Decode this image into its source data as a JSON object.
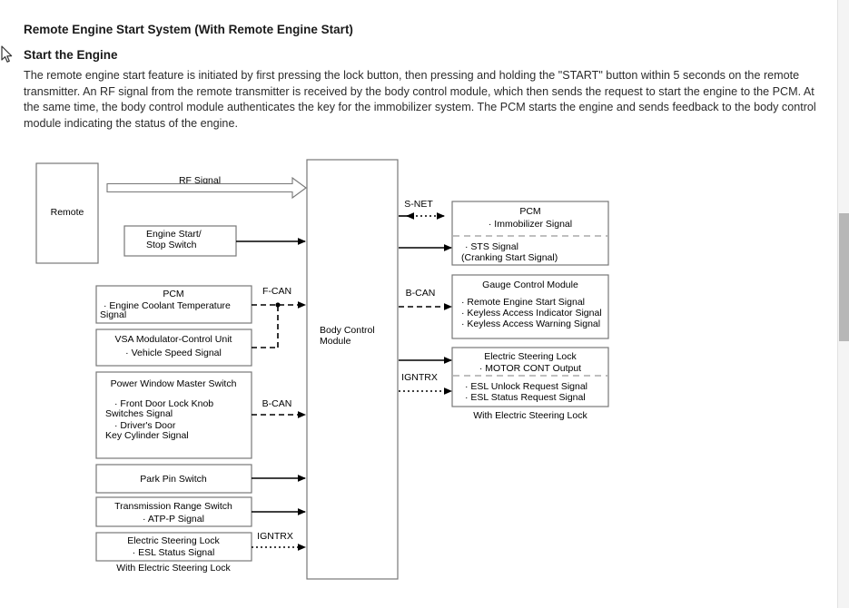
{
  "document": {
    "title": "Remote Engine Start System (With Remote Engine Start)",
    "section_heading": "Start the Engine",
    "body_text": "The remote engine start feature is initiated by first pressing the lock button, then pressing and holding the \"START\" button within 5 seconds on the remote transmitter. An RF signal from the remote transmitter is received by the body control module, which then sends the request to start the engine to the PCM. At the same time, the body control module authenticates the key for the immobilizer system. The PCM starts the engine and sends feedback to the body control module indicating the status of the engine."
  },
  "diagram": {
    "type": "block-diagram",
    "center_block": {
      "label_line1": "Body Control",
      "label_line2": "Module"
    },
    "left_blocks": [
      {
        "id": "remote",
        "title": "Remote"
      },
      {
        "id": "engine-start-stop-switch",
        "title_line1": "Engine Start/",
        "title_line2": "Stop Switch"
      },
      {
        "id": "pcm-left",
        "title": "PCM",
        "items": [
          "· Engine Coolant Temperature",
          "Signal"
        ]
      },
      {
        "id": "vsa-modulator-control-unit",
        "title": "VSA Modulator-Control Unit",
        "items": [
          "· Vehicle Speed Signal"
        ]
      },
      {
        "id": "power-window-master-switch",
        "title": "Power Window Master Switch",
        "items": [
          "· Front Door Lock Knob",
          "Switches Signal",
          "· Driver's Door",
          "Key Cylinder Signal"
        ]
      },
      {
        "id": "park-pin-switch",
        "title": "Park Pin Switch"
      },
      {
        "id": "transmission-range-switch",
        "title": "Transmission Range Switch",
        "items": [
          "· ATP-P Signal"
        ]
      },
      {
        "id": "electric-steering-lock-left",
        "title": "Electric Steering Lock",
        "items": [
          "· ESL Status Signal"
        ],
        "caption": "With Electric Steering Lock"
      }
    ],
    "right_blocks": [
      {
        "id": "pcm-right",
        "title": "PCM",
        "upper_items": [
          "· Immobilizer Signal"
        ],
        "lower_items": [
          "· STS Signal",
          "(Cranking Start Signal)"
        ]
      },
      {
        "id": "gauge-control-module",
        "title": "Gauge Control Module",
        "items": [
          "· Remote Engine Start Signal",
          "· Keyless Access Indicator Signal",
          "· Keyless Access Warning Signal"
        ]
      },
      {
        "id": "electric-steering-lock-right",
        "title": "Electric Steering Lock",
        "upper_items": [
          "· MOTOR CONT Output"
        ],
        "lower_items": [
          "· ESL Unlock Request Signal",
          "· ESL Status Request Signal"
        ],
        "caption": "With Electric Steering Lock"
      }
    ],
    "signal_labels": {
      "rf_signal": "RF Signal",
      "f_can": "F-CAN",
      "b_can_left": "B-CAN",
      "igntrx_left": "IGNTRX",
      "s_net": "S-NET",
      "b_can_right": "B-CAN",
      "igntrx_right": "IGNTRX"
    },
    "colors": {
      "box_stroke": "#666666",
      "line": "#000000",
      "text": "#000000",
      "background": "#ffffff"
    }
  },
  "scrollbar": {
    "orientation": "vertical",
    "thumb_position_label": ""
  }
}
